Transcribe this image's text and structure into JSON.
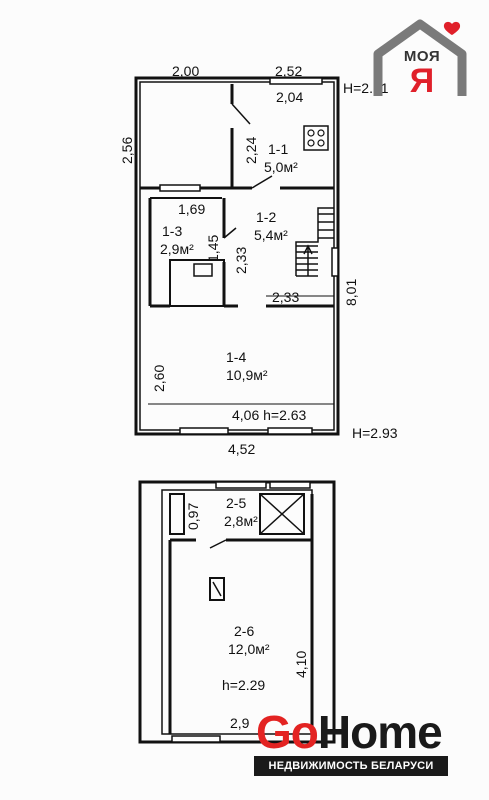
{
  "logo_top": {
    "line1": "МОЯ",
    "line2": "Я"
  },
  "logo_bottom": {
    "go": "Go",
    "home": "Home",
    "tagline": "НЕДВИЖИМОСТЬ БЕЛАРУСИ"
  },
  "floor1": {
    "height_mark_top": "H=2.31",
    "height_mark_side": "H=2.93",
    "dims": {
      "top_left": "2,00",
      "top_right": "2,52",
      "top_inner": "2,04",
      "left_upper": "2,56",
      "kitchen_wall": "2,24",
      "bath_width": "1,69",
      "bath_wall": "1,45",
      "hall_wall": "2,33",
      "hall_bottom": "2,33",
      "right_total": "8,01",
      "main_left": "2,60",
      "main_bottom_inner": "4,06 h=2.63",
      "bottom_total": "4,52"
    },
    "rooms": [
      {
        "id": "1-1",
        "area": "5,0м²"
      },
      {
        "id": "1-2",
        "area": "5,4м²"
      },
      {
        "id": "1-3",
        "area": "2,9м²"
      },
      {
        "id": "1-4",
        "area": "10,9м²"
      }
    ]
  },
  "floor2": {
    "dims": {
      "closet_width": "0,97",
      "right_wall": "4,10",
      "bottom_inner": "2,9"
    },
    "rooms": [
      {
        "id": "2-5",
        "area": "2,8м²"
      },
      {
        "id": "2-6",
        "area": "12,0м²"
      }
    ],
    "height_inner": "h=2.29"
  },
  "colors": {
    "line": "#111111",
    "accent": "#e32322",
    "logo_grey": "#7a7a7a"
  }
}
